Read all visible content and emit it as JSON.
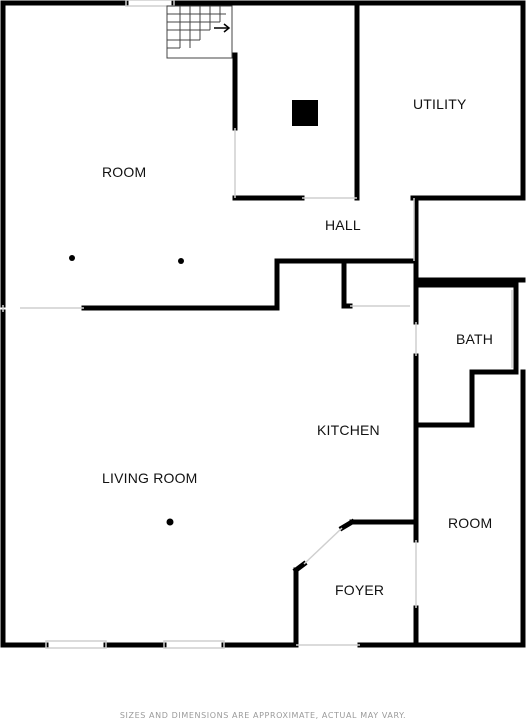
{
  "floorplan": {
    "rooms": [
      {
        "id": "room-upper-left",
        "label": "ROOM"
      },
      {
        "id": "utility",
        "label": "UTILITY"
      },
      {
        "id": "hall",
        "label": "HALL"
      },
      {
        "id": "bath",
        "label": "BATH"
      },
      {
        "id": "kitchen",
        "label": "KITCHEN"
      },
      {
        "id": "living-room",
        "label": "LIVING ROOM"
      },
      {
        "id": "room-lower-right",
        "label": "ROOM"
      },
      {
        "id": "foyer",
        "label": "FOYER"
      }
    ],
    "disclaimer": "SIZES AND DIMENSIONS ARE APPROXIMATE, ACTUAL MAY VARY."
  },
  "colors": {
    "wall": "#000000",
    "background": "#ffffff",
    "opening": "#d8d8d8"
  }
}
